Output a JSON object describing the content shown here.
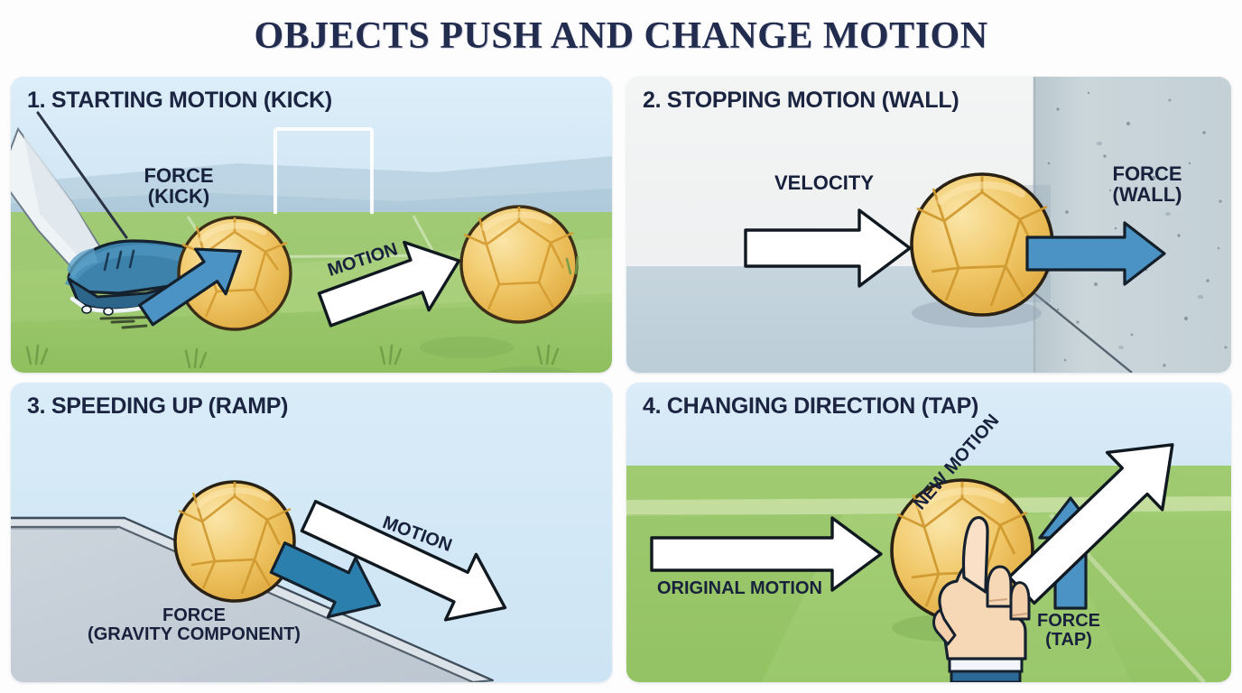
{
  "title": "OBJECTS PUSH AND CHANGE MOTION",
  "panels": [
    {
      "id": "starting-motion",
      "heading": "1. STARTING MOTION (KICK)",
      "scene": "soccer-field-kick",
      "labels": [
        {
          "name": "force-kick-label",
          "line1": "FORCE",
          "line2": "(KICK)"
        },
        {
          "name": "motion-label",
          "text": "MOTION"
        }
      ],
      "arrows": [
        {
          "name": "force-arrow",
          "label": "FORCE (KICK)",
          "kind": "force",
          "color": "#4a93c4",
          "direction": "up-right"
        },
        {
          "name": "motion-arrow",
          "label": "MOTION",
          "kind": "motion",
          "color": "#ffffff",
          "direction": "up-right"
        }
      ]
    },
    {
      "id": "stopping-motion",
      "heading": "2. STOPPING MOTION (WALL)",
      "scene": "ball-against-wall",
      "labels": [
        {
          "name": "velocity-label",
          "text": "VELOCITY"
        },
        {
          "name": "force-wall-label",
          "line1": "FORCE",
          "line2": "(WALL)"
        }
      ],
      "arrows": [
        {
          "name": "velocity-arrow",
          "label": "VELOCITY",
          "kind": "motion",
          "color": "#ffffff",
          "direction": "right"
        },
        {
          "name": "force-arrow",
          "label": "FORCE (WALL)",
          "kind": "force",
          "color": "#4a93c4",
          "direction": "left"
        }
      ]
    },
    {
      "id": "speeding-up",
      "heading": "3. SPEEDING UP (RAMP)",
      "scene": "ball-on-ramp",
      "labels": [
        {
          "name": "motion-label",
          "text": "MOTION"
        },
        {
          "name": "force-gravity-label",
          "line1": "FORCE",
          "line2": "(GRAVITY COMPONENT)"
        }
      ],
      "arrows": [
        {
          "name": "force-arrow",
          "label": "FORCE (GRAVITY COMPONENT)",
          "kind": "force",
          "color": "#2a7fad",
          "direction": "down-right"
        },
        {
          "name": "motion-arrow",
          "label": "MOTION",
          "kind": "motion",
          "color": "#ffffff",
          "direction": "down-right"
        }
      ]
    },
    {
      "id": "changing-direction",
      "heading": "4. CHANGING DIRECTION (TAP)",
      "scene": "finger-tap-ball",
      "labels": [
        {
          "name": "original-motion-label",
          "text": "ORIGINAL MOTION"
        },
        {
          "name": "new-motion-label",
          "text": "NEW MOTION"
        },
        {
          "name": "force-tap-label",
          "line1": "FORCE",
          "line2": "(TAP)"
        }
      ],
      "arrows": [
        {
          "name": "original-motion-arrow",
          "label": "ORIGINAL MOTION",
          "kind": "motion",
          "color": "#ffffff",
          "direction": "right"
        },
        {
          "name": "force-arrow",
          "label": "FORCE (TAP)",
          "kind": "force",
          "color": "#4a93c4",
          "direction": "up"
        },
        {
          "name": "new-motion-arrow",
          "label": "NEW MOTION",
          "kind": "motion",
          "color": "#ffffff",
          "direction": "up-right"
        }
      ]
    }
  ],
  "colors": {
    "page_background": "#fdfdfe",
    "title_text": "#222c4e",
    "heading_text": "#1b2440",
    "label_text": "#17213c",
    "force_arrow_blue": "#4a93c4",
    "force_arrow_blue_dark": "#2a7fad",
    "motion_arrow_white": "#ffffff",
    "arrow_outline": "#101820",
    "ball_light": "#f8dd95",
    "ball_mid": "#efc45f",
    "ball_dark": "#e0a93c",
    "ball_outline": "#3d2e18",
    "grass_light": "#a9d07c",
    "grass_mid": "#93c163",
    "grass_dark": "#85b757",
    "sky_blue": "#d3e7f5",
    "wall_gray": "#c6d2d8",
    "ramp_gray": "#c4ccd4",
    "shoe_blue": "#3d82ab",
    "shoe_blue_dark": "#2c6589",
    "skin": "#f6d7b6",
    "panel_blue_bg": "#ddeef9",
    "panel_white_bg": "#f0f1f2"
  }
}
